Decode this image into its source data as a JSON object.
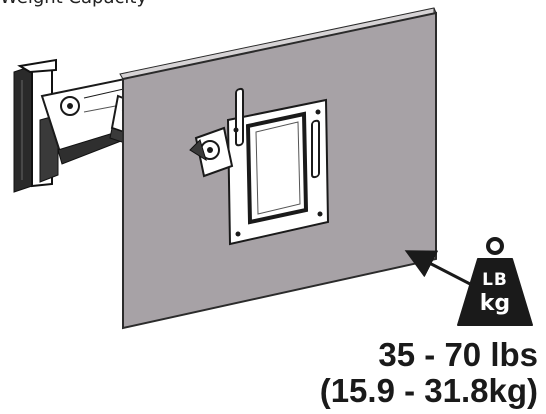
{
  "heading": "Weight Capacity",
  "weight_icon": {
    "icon": "weight-icon",
    "line1": "LB",
    "line2": "kg",
    "color": "#1a1a1a"
  },
  "capacity": {
    "imperial": "35 - 70 lbs",
    "metric": "(15.9 - 31.8kg)"
  },
  "colors": {
    "panel_fill": "#a7a2a6",
    "panel_edge": "#2b2b2b",
    "arm_fill": "#ffffff",
    "arm_stroke": "#1a1a1a"
  }
}
